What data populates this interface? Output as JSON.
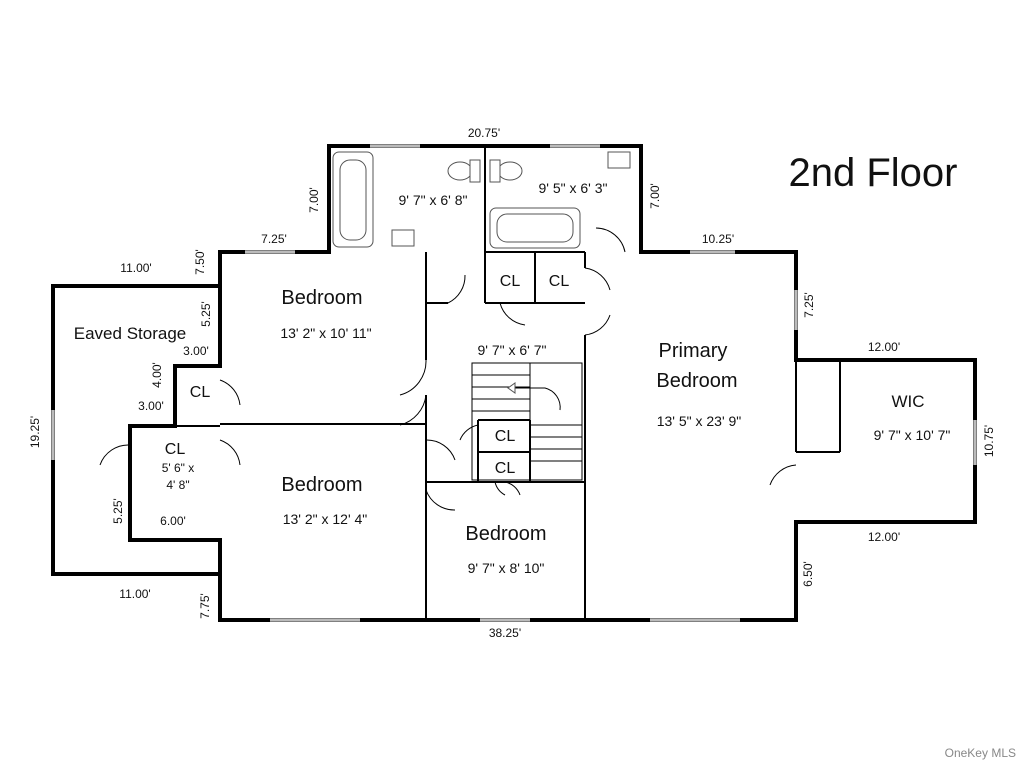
{
  "title": "2nd Floor",
  "watermark": "OneKey MLS",
  "rooms": {
    "bath_left": {
      "size": "9' 7\" x 6' 8\""
    },
    "bath_right": {
      "size": "9' 5\" x 6' 3\""
    },
    "bedroom_nw": {
      "label": "Bedroom",
      "size": "13' 2\" x 10' 11\""
    },
    "bedroom_sw": {
      "label": "Bedroom",
      "size": "13' 2\" x 12' 4\""
    },
    "bedroom_s": {
      "label": "Bedroom",
      "size": "9' 7\" x 8' 10\""
    },
    "primary": {
      "label_line1": "Primary",
      "label_line2": "Bedroom",
      "size": "13' 5\" x 23' 9\""
    },
    "wic": {
      "label": "WIC",
      "size": "9' 7\" x 10' 7\""
    },
    "hall": {
      "size": "9' 7\" x 6' 7\""
    },
    "eaved": {
      "label": "Eaved Storage"
    },
    "cl_storage": {
      "label": "CL",
      "size_line1": "5' 6\" x",
      "size_line2": "4' 8\""
    }
  },
  "closets": [
    "CL",
    "CL",
    "CL",
    "CL",
    "CL"
  ],
  "dimensions": {
    "top": "20.75'",
    "bath_left_side": "7.00'",
    "bath_right_side": "7.00'",
    "bed_top": "7.25'",
    "primary_top": "10.25'",
    "eaved_top": "11.00'",
    "left_750": "7.50'",
    "left_525_top": "5.25'",
    "left_300_a": "3.00'",
    "left_400": "4.00'",
    "left_300_b": "3.00'",
    "eaved_side": "19.25'",
    "left_525_bottom": "5.25'",
    "left_600": "6.00'",
    "eaved_bottom": "11.00'",
    "left_775": "7.75'",
    "bottom": "38.25'",
    "right_725": "7.25'",
    "wic_top": "12.00'",
    "wic_side": "10.75'",
    "wic_bottom": "12.00'",
    "right_650": "6.50'"
  }
}
